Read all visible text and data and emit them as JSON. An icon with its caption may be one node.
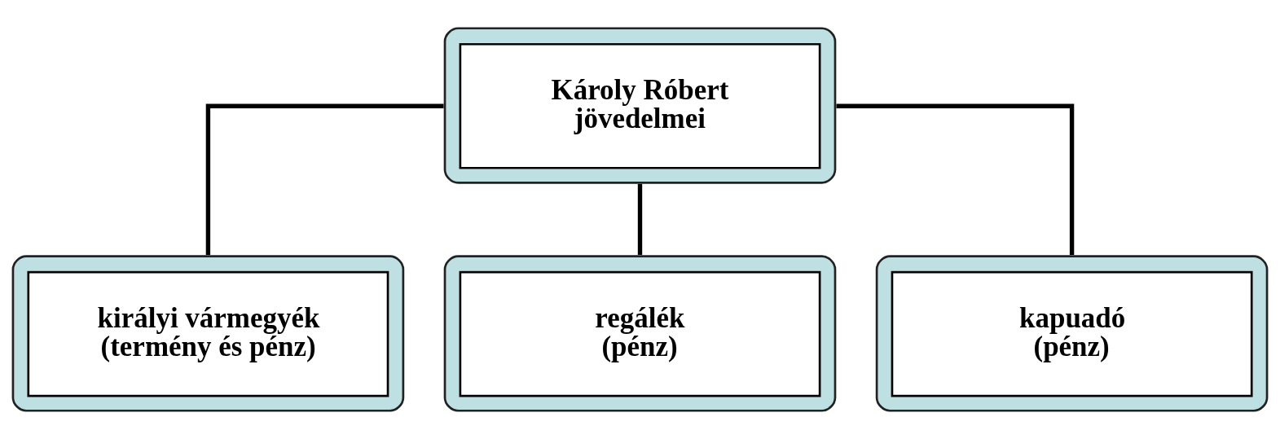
{
  "diagram": {
    "nodes": [
      {
        "text": [
          "Károly Róbert jövedelmei"
        ]
      },
      {
        "text": [
          "királyi vármegyék (termény és pénz)"
        ]
      },
      {
        "text": [
          "regálék (pénz)"
        ]
      },
      {
        "text": [
          "kapuadó (pénz)"
        ]
      }
    ],
    "edges": [
      {
        "from": 0,
        "to": 1,
        "arrow": "none"
      },
      {
        "from": 0,
        "to": 2,
        "arrow": "none"
      },
      {
        "from": 0,
        "to": 3,
        "arrow": "none"
      }
    ]
  }
}
